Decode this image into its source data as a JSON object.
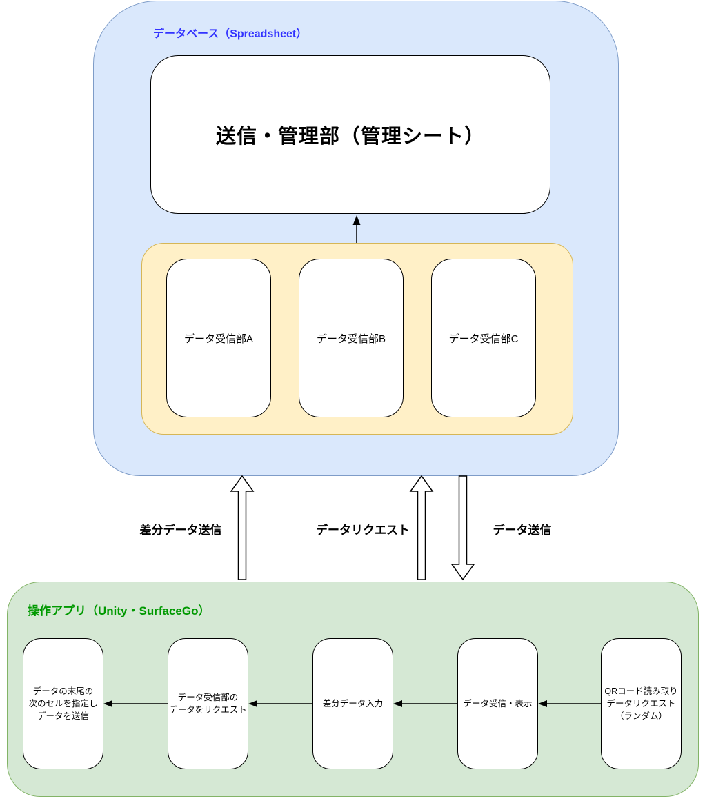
{
  "diagram": {
    "database": {
      "label": "データベース（Spreadsheet）",
      "label_color": "#3333FF",
      "fill_color": "#DAE8FC",
      "border_color": "#7E9CC8",
      "management_box": {
        "label": "送信・管理部（管理シート）"
      },
      "receivers_group": {
        "fill_color": "#FFF0C7",
        "border_color": "#D6B656",
        "items": [
          {
            "label": "データ受信部A"
          },
          {
            "label": "データ受信部B"
          },
          {
            "label": "データ受信部C"
          }
        ]
      }
    },
    "flows": [
      {
        "label": "差分データ送信",
        "direction": "up"
      },
      {
        "label": "データリクエスト",
        "direction": "up"
      },
      {
        "label": "データ送信",
        "direction": "down"
      }
    ],
    "app": {
      "label": "操作アプリ（Unity・SurfaceGo）",
      "label_color": "#009900",
      "fill_color": "#D5E8D4",
      "border_color": "#82B366",
      "steps": [
        {
          "label": "データの末尾の\n次のセルを指定し\nデータを送信"
        },
        {
          "label": "データ受信部の\nデータをリクエスト"
        },
        {
          "label": "差分データ入力"
        },
        {
          "label": "データ受信・表示"
        },
        {
          "label": "QRコード読み取り\nデータリクエスト\n（ランダム）"
        }
      ]
    }
  }
}
